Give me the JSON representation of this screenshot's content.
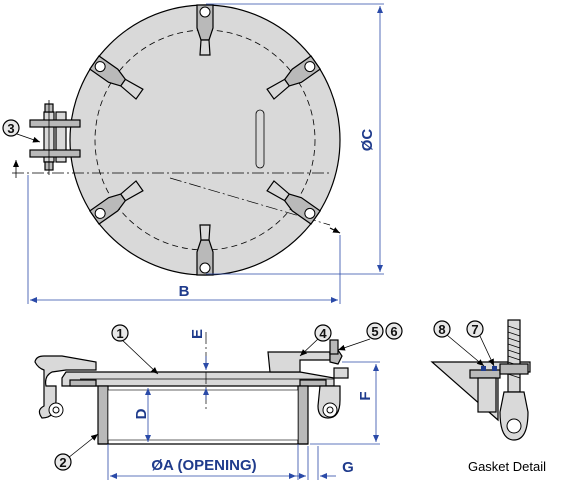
{
  "labels": {
    "dim_b": "B",
    "dim_c": "ØC",
    "dim_a": "ØA (OPENING)",
    "dim_d": "D",
    "dim_e": "E",
    "dim_f": "F",
    "dim_g": "G",
    "gasket_caption": "Gasket Detail"
  },
  "balloons": [
    {
      "id": "b1",
      "text": "1"
    },
    {
      "id": "b2",
      "text": "2"
    },
    {
      "id": "b3",
      "text": "3"
    },
    {
      "id": "b4",
      "text": "4"
    },
    {
      "id": "b5",
      "text": "5"
    },
    {
      "id": "b6",
      "text": "6"
    },
    {
      "id": "b7",
      "text": "7"
    },
    {
      "id": "b8",
      "text": "8"
    }
  ],
  "colors": {
    "dimension": "#1f3b8c",
    "part_fill": "#d9d9d9",
    "outline": "#000000"
  }
}
